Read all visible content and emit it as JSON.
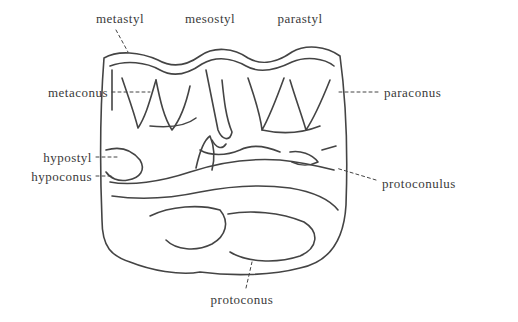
{
  "diagram": {
    "labels": [
      "metastyl",
      "mesostyl",
      "parastyl",
      "metaconus",
      "paraconus",
      "hypostyl",
      "hypoconus",
      "protoconulus",
      "protoconus"
    ]
  }
}
